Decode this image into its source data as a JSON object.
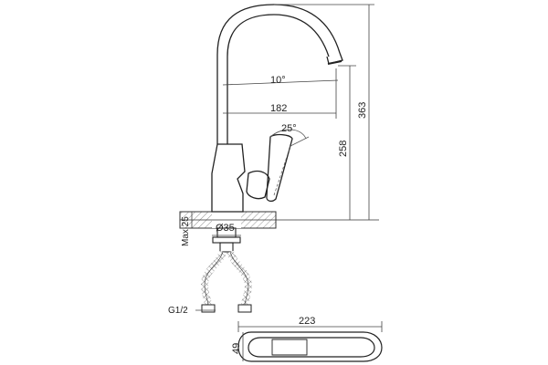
{
  "drawing": {
    "dimensions": {
      "spout_angle": "10°",
      "spout_reach": "182",
      "handle_angle": "25°",
      "spout_height": "258",
      "total_height": "363",
      "max_thickness": "Max 25",
      "hole_diameter": "Ø35",
      "thread": "G1/2",
      "top_length": "223",
      "top_width": "49"
    }
  }
}
